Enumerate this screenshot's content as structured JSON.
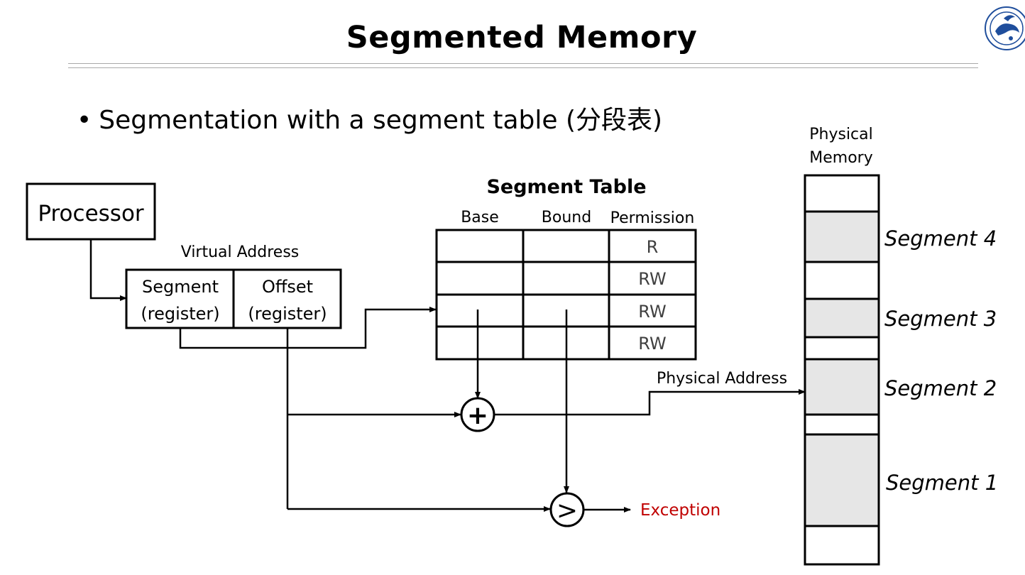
{
  "slide": {
    "title": "Segmented Memory",
    "bullet": "Segmentation with a segment table (分段表)"
  },
  "diagram": {
    "processor": "Processor",
    "virtual_address_label": "Virtual Address",
    "segment_line1": "Segment",
    "segment_line2": "(register)",
    "offset_line1": "Offset",
    "offset_line2": "(register)",
    "segment_table_title": "Segment Table",
    "columns": [
      "Base",
      "Bound",
      "Permission"
    ],
    "permissions": [
      "R",
      "RW",
      "RW",
      "RW"
    ],
    "adder_symbol": "+",
    "comparator_symbol": ">",
    "exception_label": "Exception",
    "physical_address_label": "Physical Address",
    "physical_memory_line1": "Physical",
    "physical_memory_line2": "Memory",
    "segments": [
      "Segment 4",
      "Segment 3",
      "Segment 2",
      "Segment 1"
    ]
  },
  "colors": {
    "exception": "#c00000",
    "segment_fill": "#e6e6e6",
    "permission_text": "#404040",
    "logo": "#1f4e9c"
  },
  "icons": {
    "logo": "university-seal-icon"
  }
}
